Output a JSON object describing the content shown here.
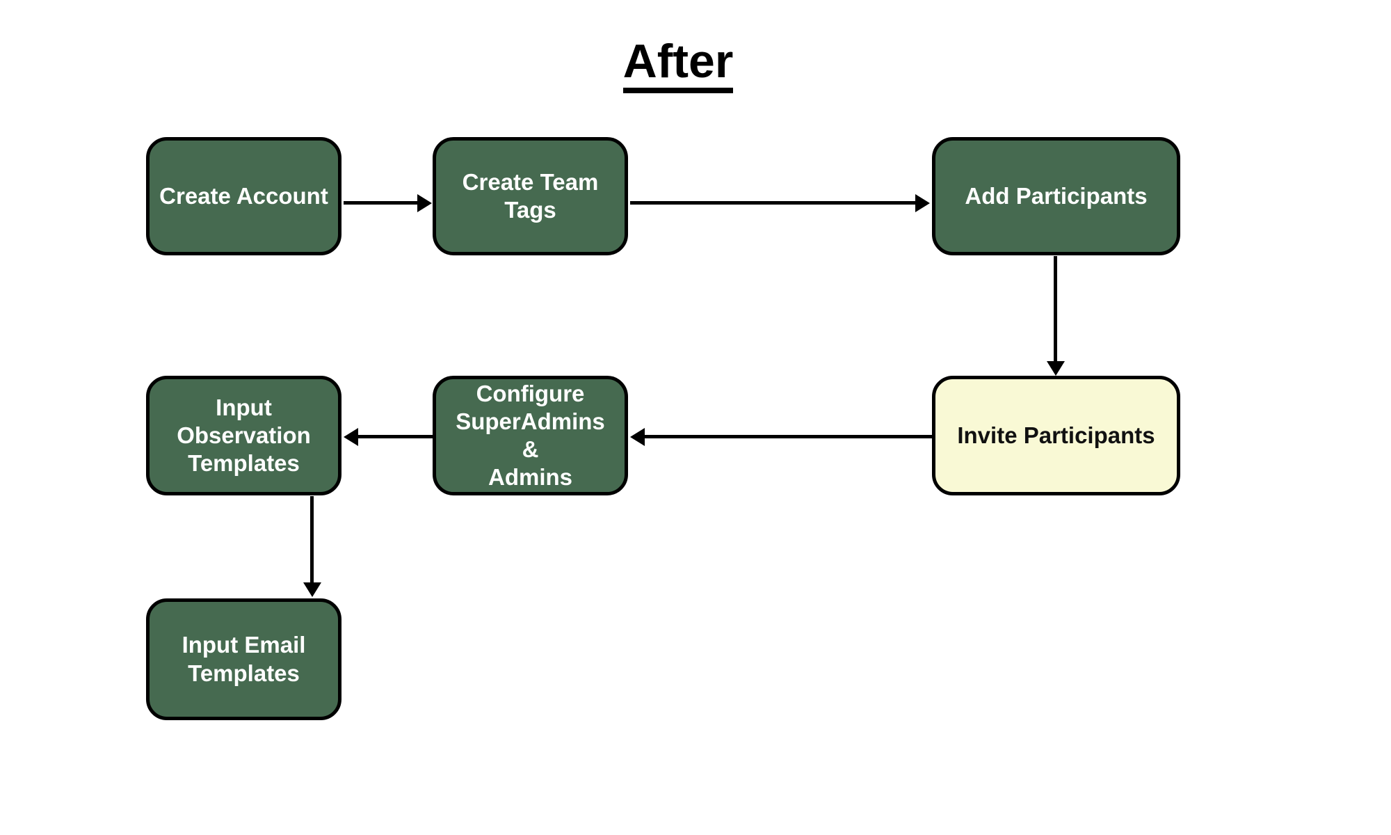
{
  "diagram": {
    "title": "After",
    "colors": {
      "node_green": "#466a50",
      "node_yellow": "#f9f9d5",
      "border": "#000000",
      "green_text": "#ffffff",
      "yellow_text": "#111111",
      "background": "#ffffff"
    },
    "nodes": [
      {
        "id": "create-account",
        "label": "Create Account",
        "style": "green"
      },
      {
        "id": "create-team-tags",
        "label": "Create Team Tags",
        "style": "green"
      },
      {
        "id": "add-participants",
        "label": "Add Participants",
        "style": "green"
      },
      {
        "id": "invite-participants",
        "label": "Invite Participants",
        "style": "yellow"
      },
      {
        "id": "configure-admins",
        "label": "Configure\nSuperAdmins &\nAdmins",
        "style": "green"
      },
      {
        "id": "input-observation-templates",
        "label": "Input Observation\nTemplates",
        "style": "green"
      },
      {
        "id": "input-email-templates",
        "label": "Input Email\nTemplates",
        "style": "green"
      }
    ],
    "edges": [
      {
        "from": "create-account",
        "to": "create-team-tags",
        "direction": "right"
      },
      {
        "from": "create-team-tags",
        "to": "add-participants",
        "direction": "right"
      },
      {
        "from": "add-participants",
        "to": "invite-participants",
        "direction": "down"
      },
      {
        "from": "invite-participants",
        "to": "configure-admins",
        "direction": "left"
      },
      {
        "from": "configure-admins",
        "to": "input-observation-templates",
        "direction": "left"
      },
      {
        "from": "input-observation-templates",
        "to": "input-email-templates",
        "direction": "down"
      }
    ]
  }
}
